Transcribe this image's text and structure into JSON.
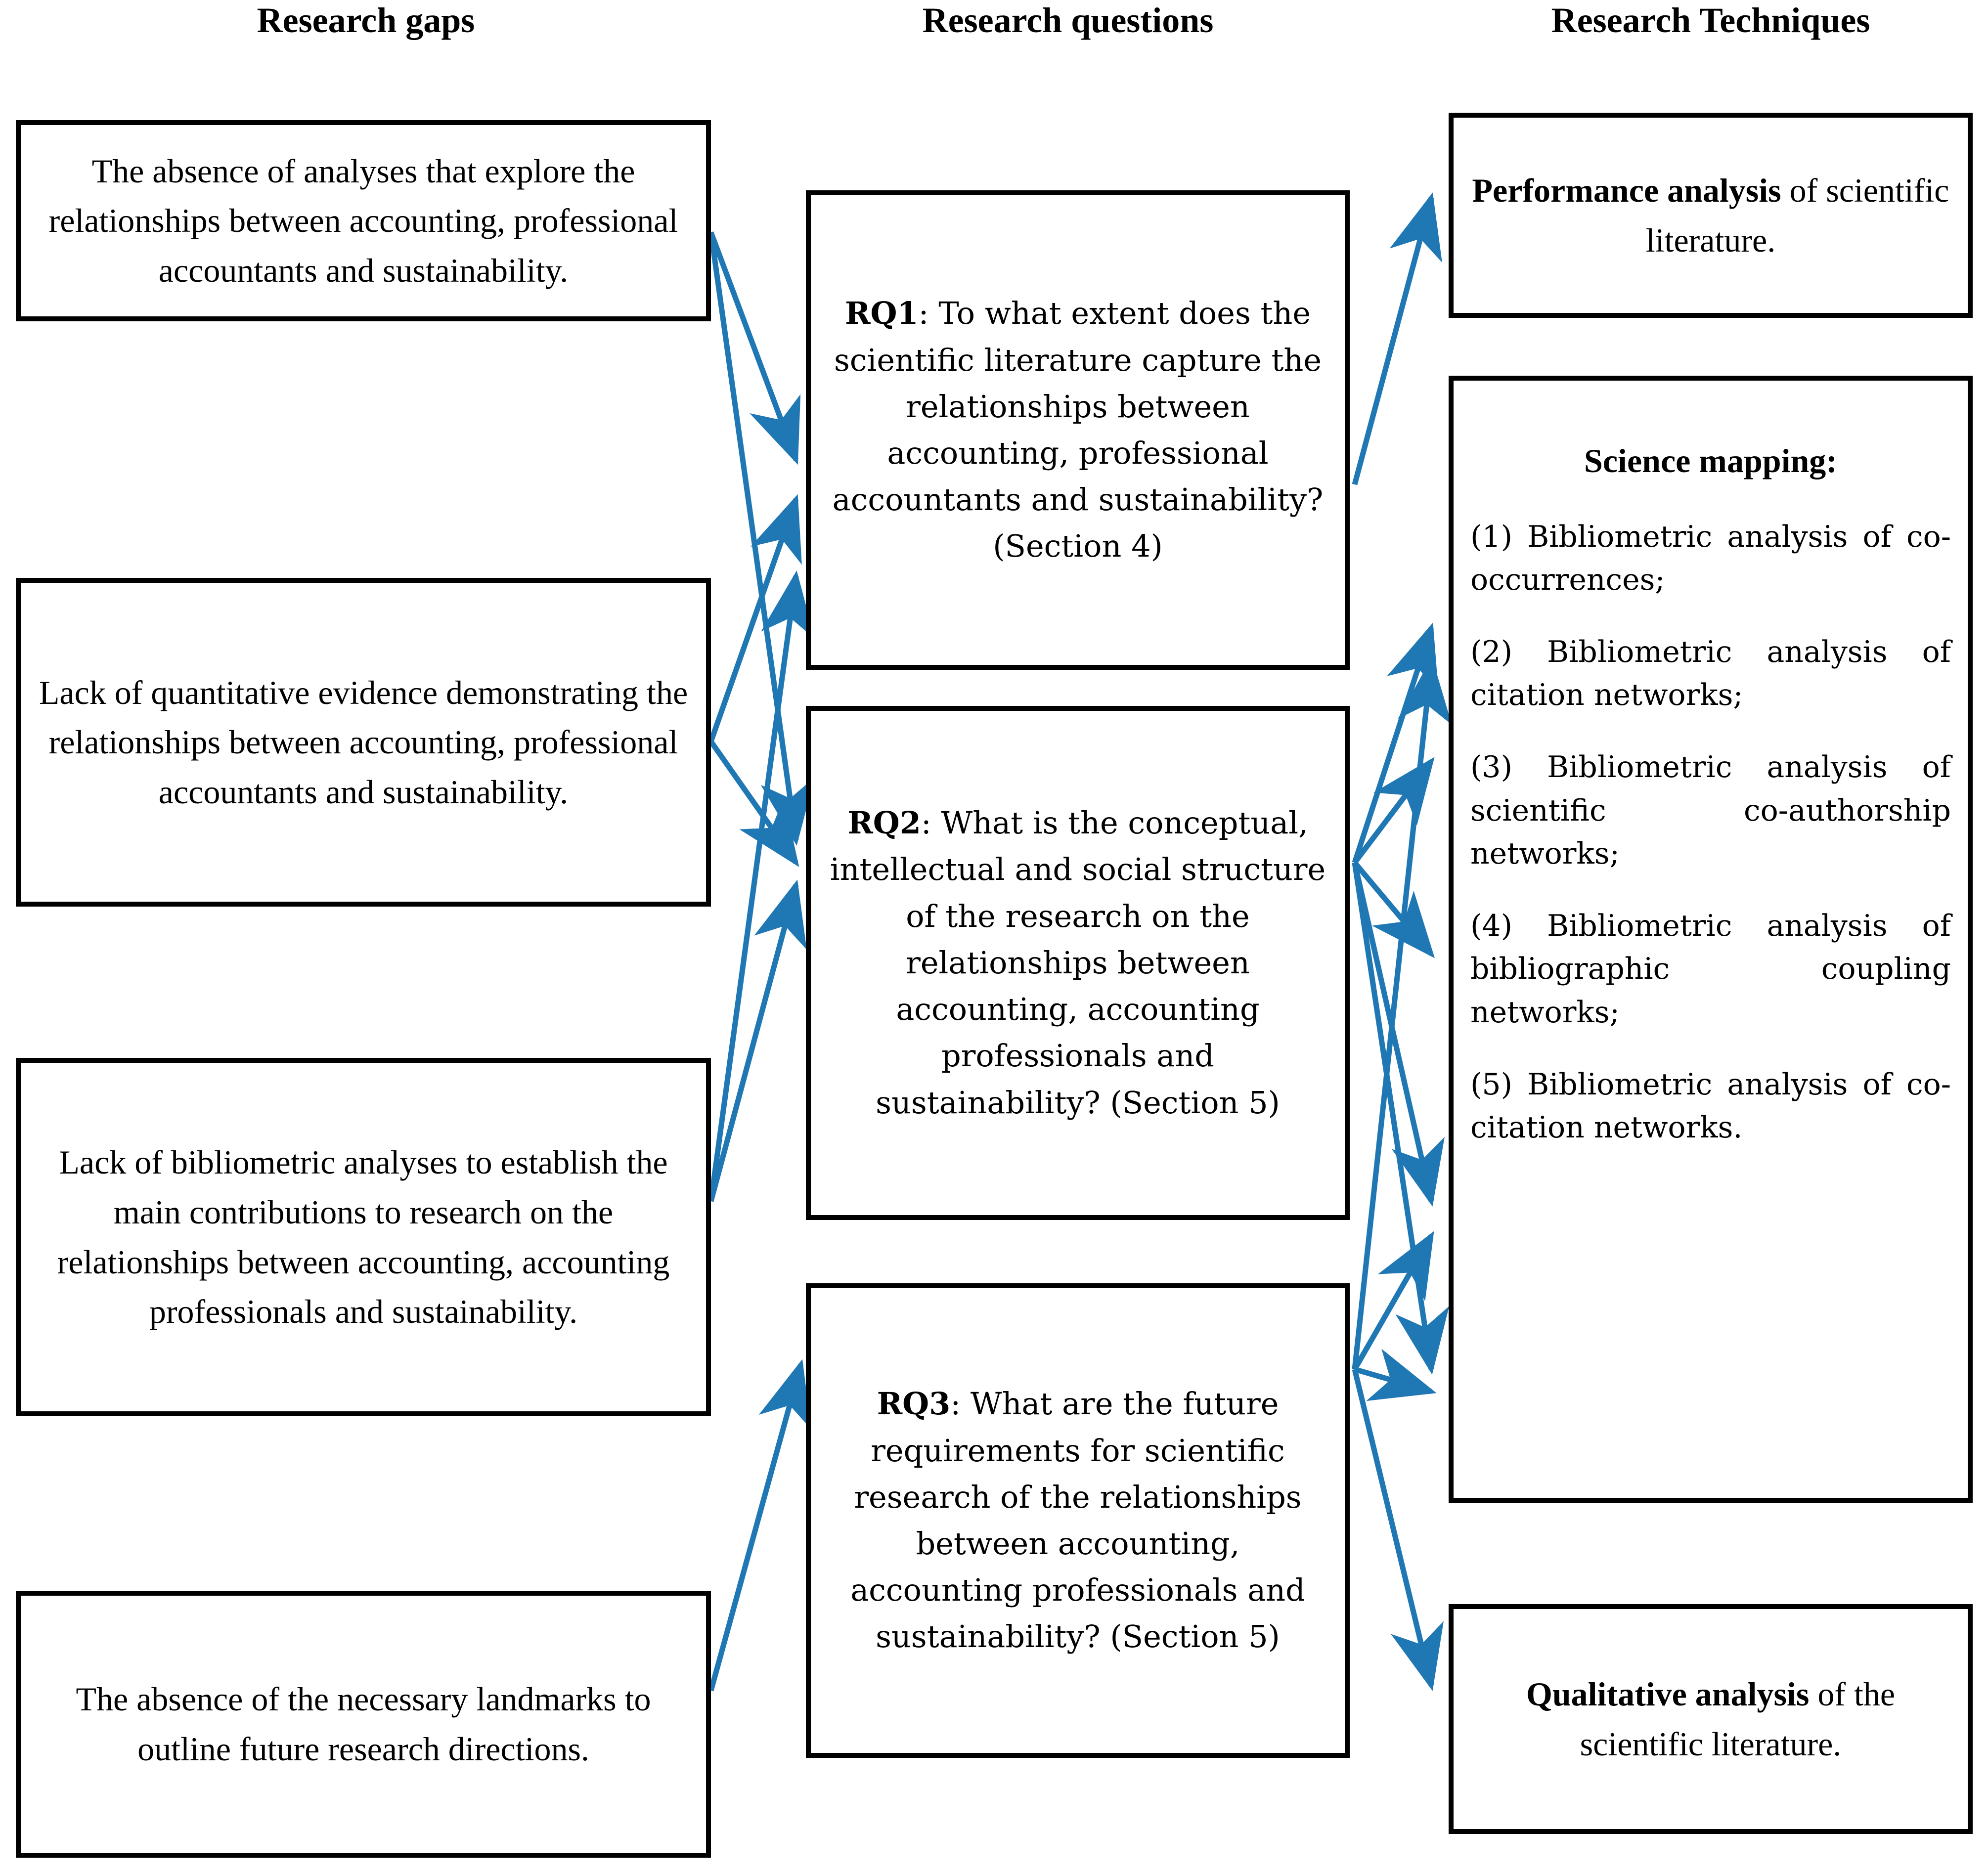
{
  "diagram": {
    "type": "flow-diagram",
    "accent_color": "#1F77B4",
    "border_color": "#000000",
    "background": "#FFFFFF"
  },
  "headers": {
    "gaps": "Research gaps",
    "questions": "Research questions",
    "techniques": "Research Techniques"
  },
  "gaps": [
    {
      "id": "gap1",
      "text": "The absence of analyses that explore the relationships between accounting, professional accountants and sustainability."
    },
    {
      "id": "gap2",
      "text": "Lack of quantitative evidence demonstrating the relationships between accounting, professional accountants and sustainability."
    },
    {
      "id": "gap3",
      "text": "Lack of bibliometric analyses to establish the main contributions to research on the relationships between accounting, accounting professionals and sustainability."
    },
    {
      "id": "gap4",
      "text": "The absence of the necessary landmarks to outline future research directions."
    }
  ],
  "questions": [
    {
      "id": "rq1",
      "label": "RQ1",
      "separator": ": ",
      "text": "To what extent does the scientific literature capture the relationships between accounting, professional accountants and sustainability? (Section 4)"
    },
    {
      "id": "rq2",
      "label": "RQ2",
      "separator": ": ",
      "text": "What is the conceptual, intellectual and social structure of the research on the relationships between accounting, accounting professionals and sustainability? (Section 5)"
    },
    {
      "id": "rq3",
      "label": "RQ3",
      "separator": ": ",
      "text": "What are the future requirements for scientific research of the relationships between accounting, accounting professionals and sustainability? (Section 5)"
    }
  ],
  "techniques": {
    "performance": {
      "id": "tech-performance",
      "bold": "Performance analysis",
      "rest": " of scientific literature."
    },
    "science_mapping": {
      "id": "tech-science-mapping",
      "title": "Science mapping:",
      "items": [
        "(1)  Bibliometric analysis of co-occurrences;",
        "(2)  Bibliometric analysis of citation networks;",
        "(3)  Bibliometric analysis of scientific co-authorship networks;",
        "(4)  Bibliometric analysis of bibliographic coupling networks;",
        "(5)  Bibliometric analysis of co-citation networks."
      ]
    },
    "qualitative": {
      "id": "tech-qualitative",
      "bold": "Qualitative analysis",
      "rest": " of the scientific literature."
    }
  },
  "edges": {
    "gaps_to_questions": [
      {
        "from": "gap1",
        "to": "rq1"
      },
      {
        "from": "gap1",
        "to": "rq2"
      },
      {
        "from": "gap2",
        "to": "rq1"
      },
      {
        "from": "gap2",
        "to": "rq2"
      },
      {
        "from": "gap3",
        "to": "rq1"
      },
      {
        "from": "gap3",
        "to": "rq2"
      },
      {
        "from": "gap4",
        "to": "rq3"
      }
    ],
    "questions_to_techniques": [
      {
        "from": "rq1",
        "to": "tech-performance"
      },
      {
        "from": "rq2",
        "to": "tech-science-mapping"
      },
      {
        "from": "rq3",
        "to": "tech-science-mapping"
      },
      {
        "from": "rq3",
        "to": "tech-qualitative"
      }
    ]
  }
}
